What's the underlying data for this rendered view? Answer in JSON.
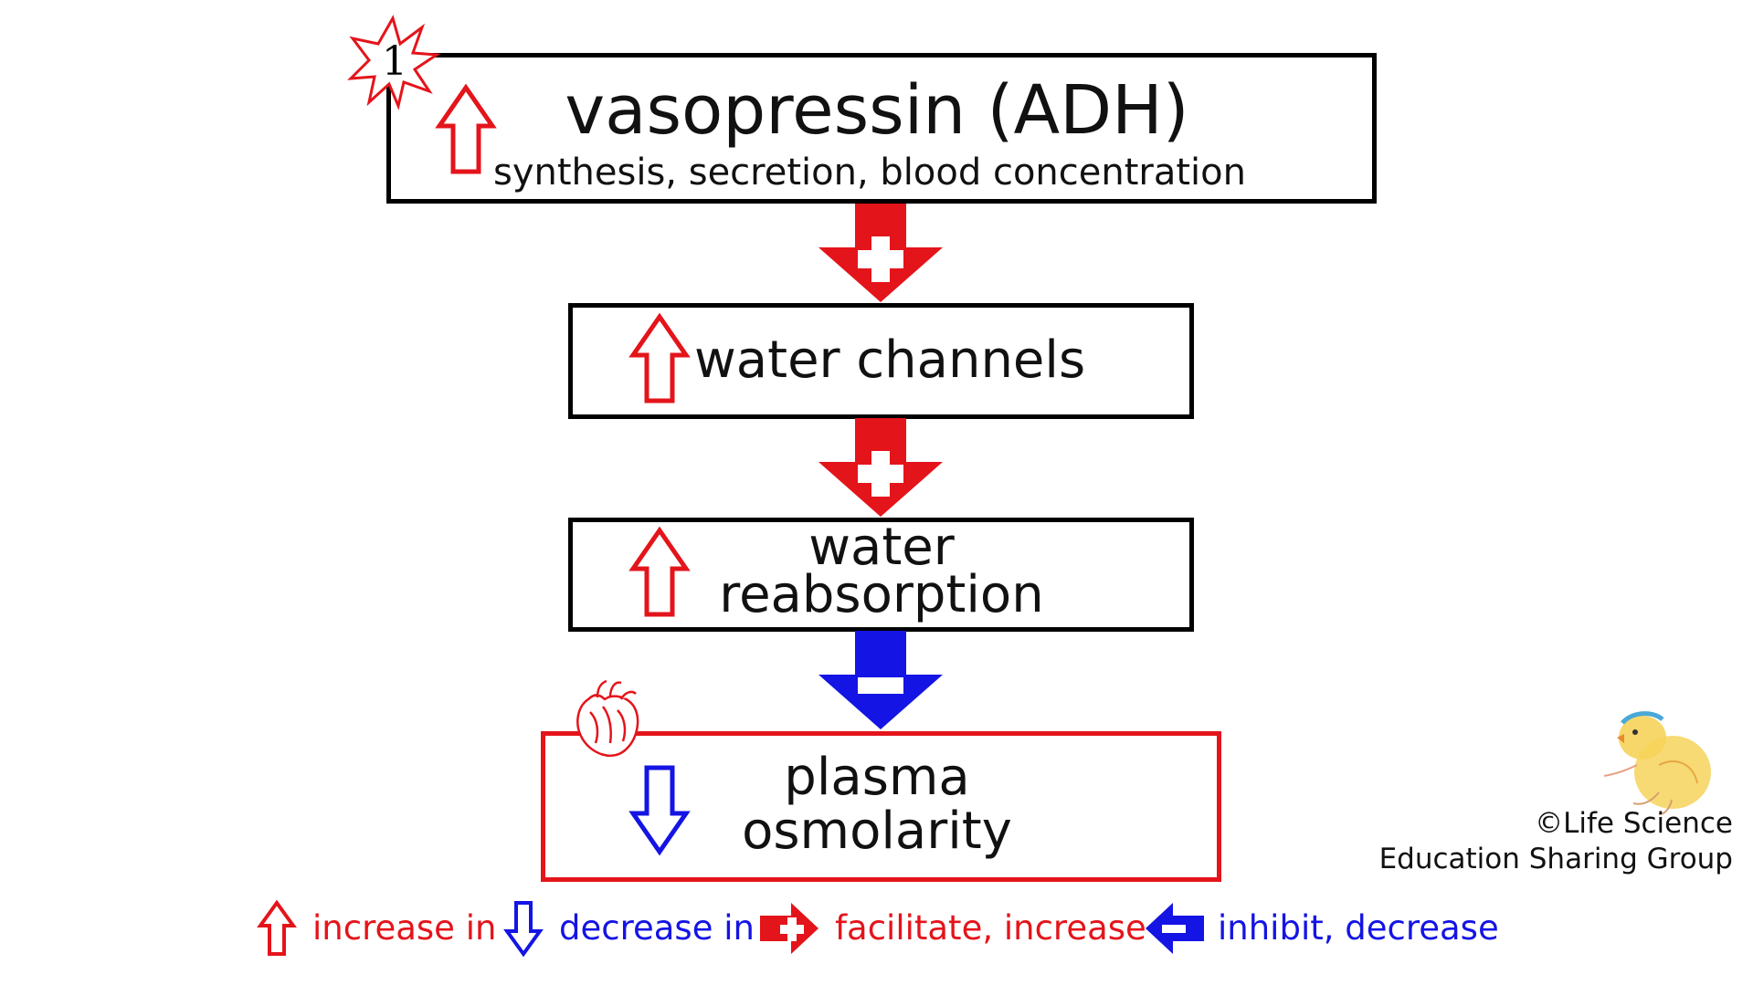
{
  "colors": {
    "red": "#e4141b",
    "blue": "#1414e4",
    "black": "#000000"
  },
  "diagram": {
    "badge": {
      "number": "1",
      "icon": "starburst-icon"
    },
    "boxes": [
      {
        "title": "vasopressin (ADH)",
        "subtitle": "synthesis, secretion, blood concentration",
        "indicator": "increase"
      },
      {
        "title": "water channels",
        "indicator": "increase"
      },
      {
        "title_line1": "water",
        "title_line2": "reabsorption",
        "indicator": "increase"
      },
      {
        "title_line1": "plasma",
        "title_line2": "osmolarity",
        "indicator": "decrease",
        "icon": "heart-icon"
      }
    ],
    "connectors": [
      {
        "type": "facilitate",
        "sign": "+"
      },
      {
        "type": "facilitate",
        "sign": "+"
      },
      {
        "type": "inhibit",
        "sign": "−"
      }
    ]
  },
  "legend": {
    "increase": "increase in",
    "decrease": "decrease in",
    "facilitate": "facilitate, increase",
    "inhibit": "inhibit, decrease"
  },
  "copyright": {
    "line1": "©Life Science",
    "line2": "Education Sharing Group",
    "mascot": "chick-mascot-icon"
  }
}
